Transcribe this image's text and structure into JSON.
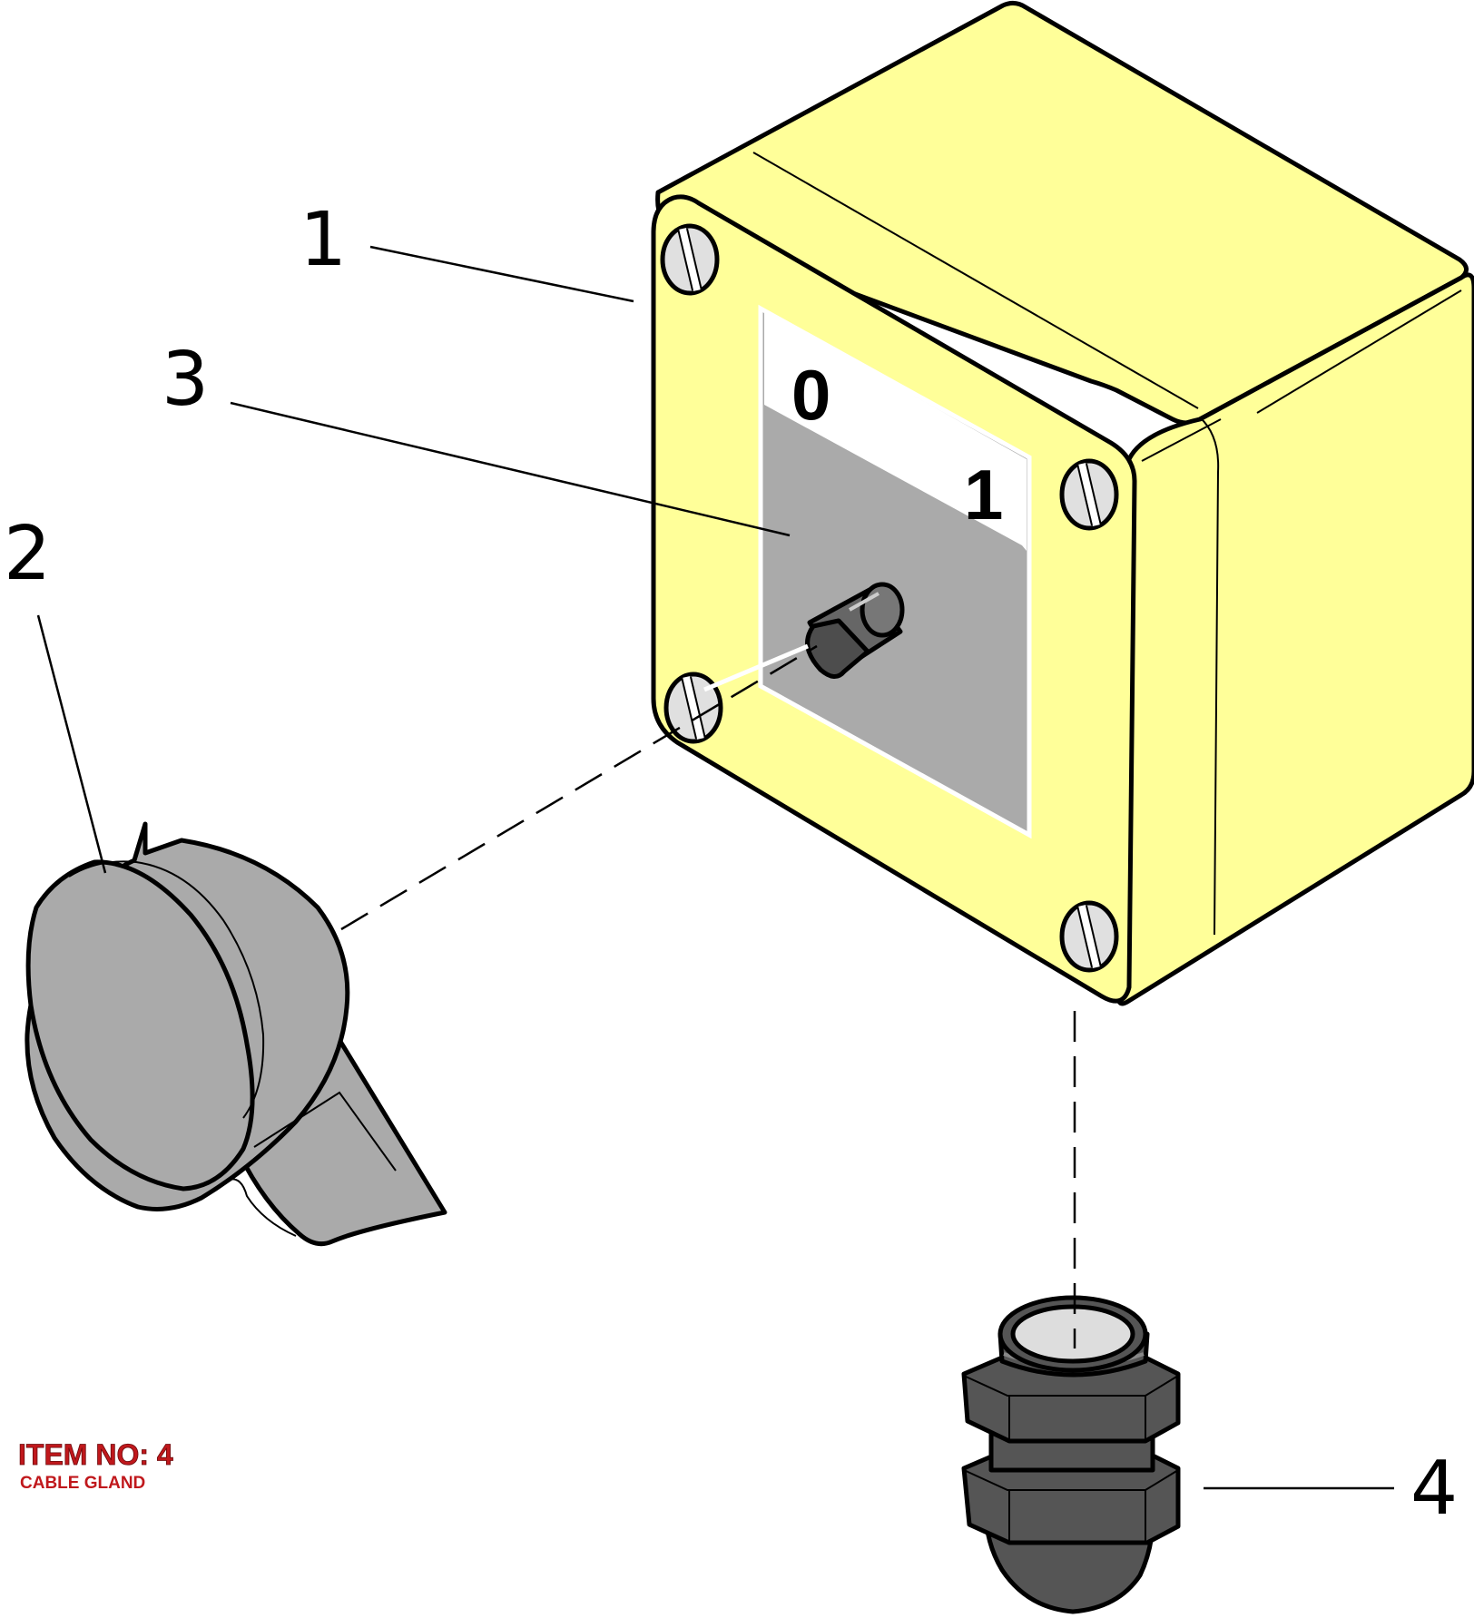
{
  "callouts": {
    "one": "1",
    "two": "2",
    "three": "3",
    "four": "4"
  },
  "dial": {
    "off_label": "0",
    "on_label": "1"
  },
  "item_note": {
    "title": "ITEM NO: 4",
    "subtitle": "CABLE GLAND"
  },
  "parts": [
    {
      "callout": "1",
      "name": "enclosure",
      "color": "#ffff99"
    },
    {
      "callout": "2",
      "name": "knob",
      "color": "#aaaaaa"
    },
    {
      "callout": "3",
      "name": "switch-plate",
      "color": "#aaaaaa"
    },
    {
      "callout": "4",
      "name": "cable-gland",
      "color": "#555555"
    }
  ],
  "colors": {
    "enclosure": "#ffff99",
    "grey": "#aaaaaa",
    "dark": "#555555",
    "accent": "#c0181c"
  }
}
